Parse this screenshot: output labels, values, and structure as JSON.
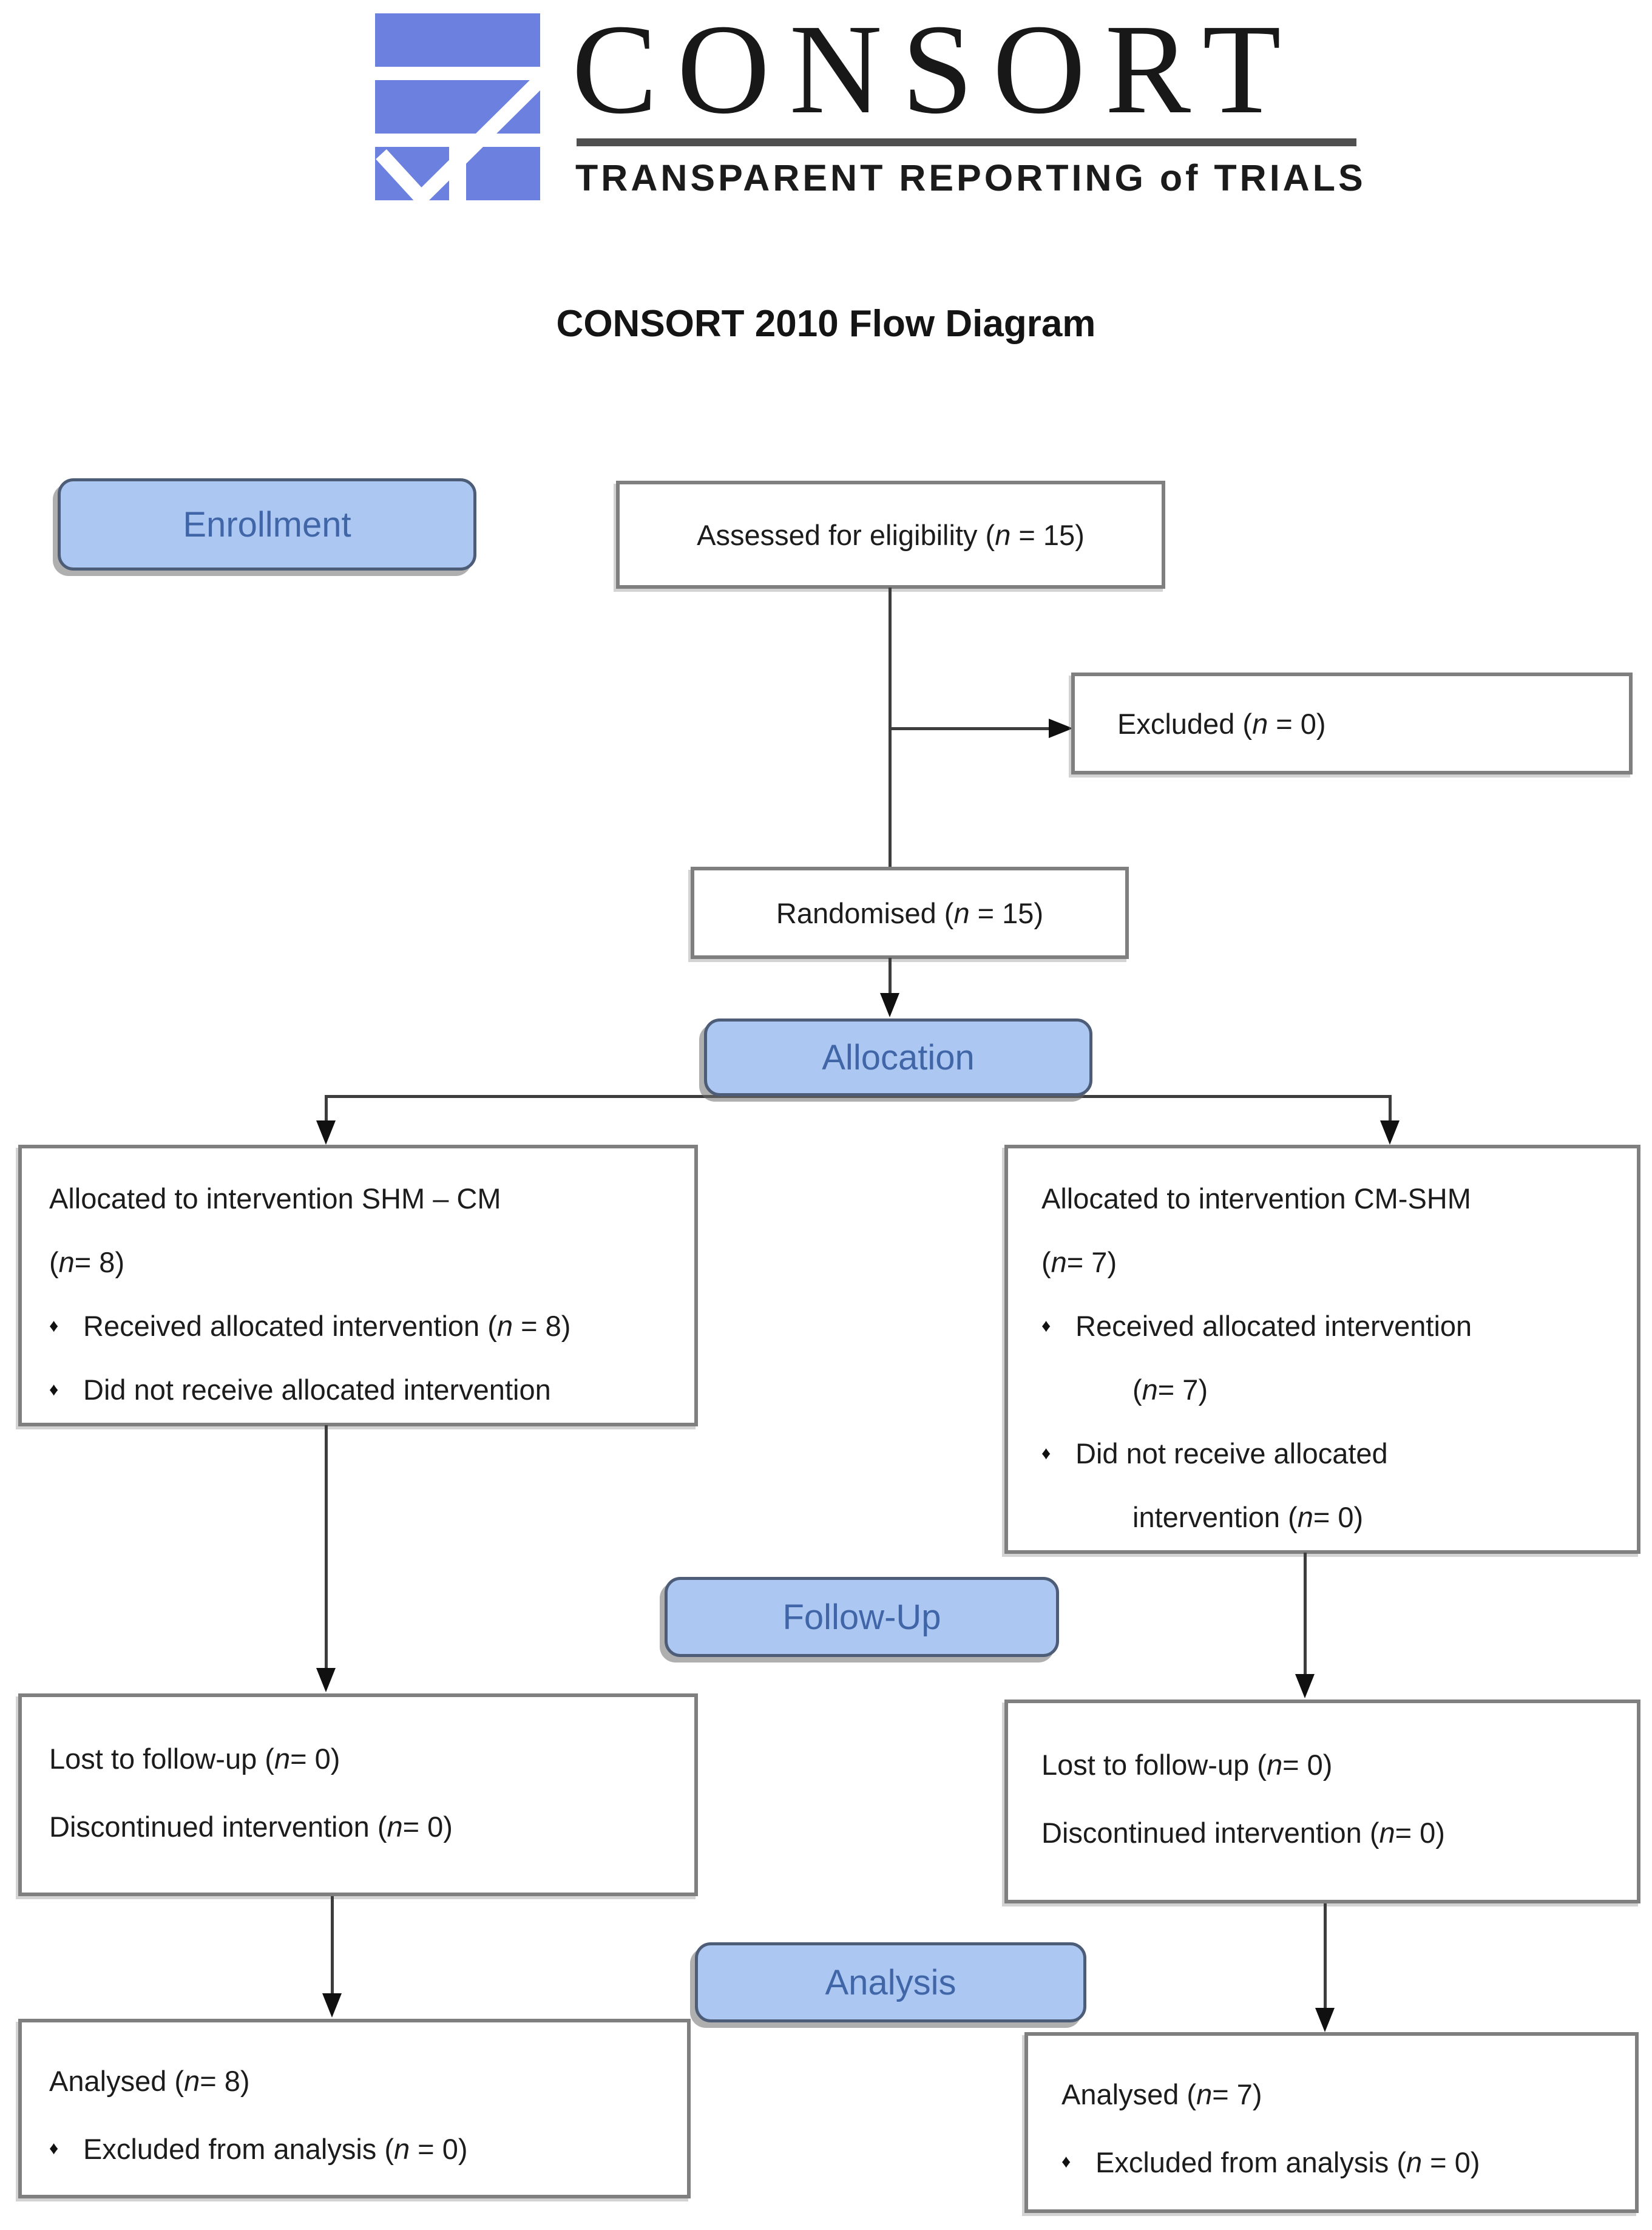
{
  "logo": {
    "brand": "CONSORT",
    "tagline": "TRANSPARENT REPORTING of TRIALS"
  },
  "title": "CONSORT 2010 Flow Diagram",
  "banners": {
    "enrollment": "Enrollment",
    "allocation": "Allocation",
    "followup": "Follow-Up",
    "analysis": "Analysis"
  },
  "boxes": {
    "assessed": "Assessed for eligibility (n = 15)",
    "excluded": "Excluded (n = 0)",
    "randomised": "Randomised (n = 15)",
    "allocation_left": {
      "title": "Allocated to intervention SHM – CM",
      "n": "(n = 8)",
      "bullet1": "Received allocated intervention (n = 8)",
      "bullet2": "Did not receive allocated intervention"
    },
    "allocation_right": {
      "title": "Allocated to intervention CM-SHM",
      "n": "(n = 7)",
      "bullet1": "Received allocated intervention",
      "bullet1_cont": "(n = 7)",
      "bullet2": "Did not receive allocated",
      "bullet2_cont": "intervention (n = 0)"
    },
    "followup_left": {
      "line1": "Lost to follow-up (n = 0)",
      "line2": "Discontinued intervention (n = 0)"
    },
    "followup_right": {
      "line1": "Lost to follow-up (n = 0)",
      "line2": "Discontinued intervention (n = 0)"
    },
    "analysis_left": {
      "title": "Analysed (n = 8)",
      "bullet1": "Excluded from analysis (n = 0)"
    },
    "analysis_right": {
      "title": "Analysed (n = 7)",
      "bullet1": "Excluded from analysis (n = 0)"
    }
  },
  "bullet_char": "♦",
  "colors": {
    "logo_blue": "#6c80df",
    "banner_fill": "#abc7f2",
    "banner_text": "#4166a8",
    "banner_border": "#4d5c77",
    "box_border": "#7f7f7f",
    "line": "#3d3d3d"
  }
}
